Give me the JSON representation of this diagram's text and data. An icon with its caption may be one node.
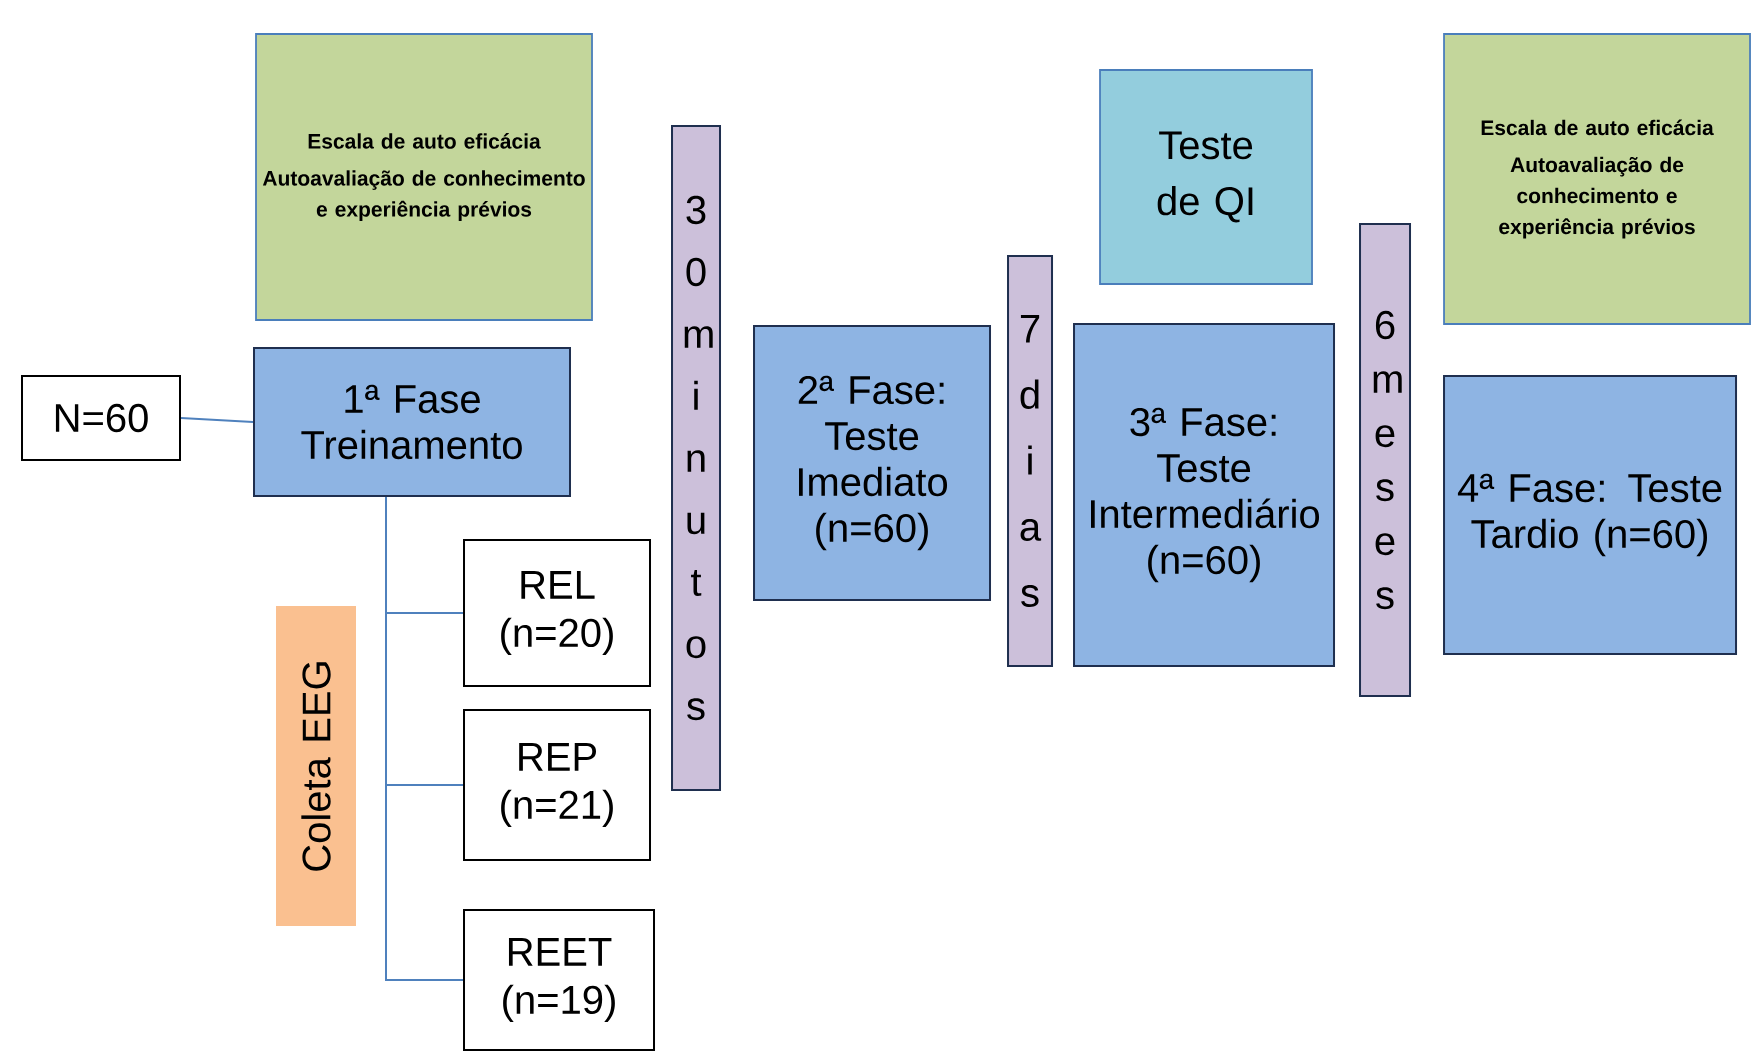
{
  "diagram": {
    "nodes": [
      {
        "text": [
          "Escala de auto eficácia",
          "Autoavaliação de conhecimento e experiência prévios"
        ]
      },
      {
        "text": [
          "N=60"
        ]
      },
      {
        "text": [
          "1ª Fase Treinamento"
        ]
      },
      {
        "text": [
          "30 minutos"
        ]
      },
      {
        "text": [
          "2ª Fase: Teste Imediato (n=60)"
        ]
      },
      {
        "text": [
          "7 dias"
        ]
      },
      {
        "text": [
          "Teste de QI"
        ]
      },
      {
        "text": [
          "3ª Fase: Teste Intermediário (n=60)"
        ]
      },
      {
        "text": [
          "6 meses"
        ]
      },
      {
        "text": [
          "Escala de auto eficácia",
          "Autoavaliação de conhecimento e experiência prévios"
        ]
      },
      {
        "text": [
          "4ª Fase: Teste Tardio (n=60)"
        ]
      },
      {
        "text": [
          "REL (n=20)"
        ]
      },
      {
        "text": [
          "Coleta EEG"
        ]
      },
      {
        "text": [
          "REP (n=21)"
        ]
      },
      {
        "text": [
          "REET (n=19)"
        ]
      }
    ],
    "edges": [
      {
        "from": 1,
        "to": 2,
        "arrow": "none"
      },
      {
        "from": 2,
        "to": 11,
        "arrow": "none"
      },
      {
        "from": 2,
        "to": 13,
        "arrow": "none"
      },
      {
        "from": 2,
        "to": 14,
        "arrow": "none"
      }
    ]
  }
}
